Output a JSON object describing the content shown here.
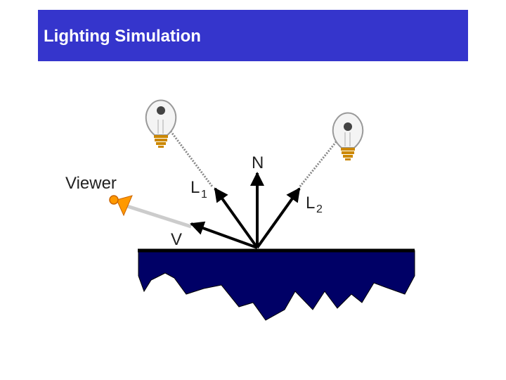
{
  "title": "Lighting Simulation",
  "labels": {
    "viewer": "Viewer",
    "normal": "N",
    "light1": "L",
    "light1_sub": "1",
    "light2": "L",
    "light2_sub": "2",
    "view_vector": "V"
  },
  "colors": {
    "title_bar": "#3535cc",
    "surface": "#000066",
    "arrow": "#000000",
    "dotted_line": "#888888",
    "viewer_cone": "#ff9900"
  },
  "icons": [
    "light-bulb-icon",
    "light-bulb-icon",
    "viewer-eye-icon"
  ]
}
